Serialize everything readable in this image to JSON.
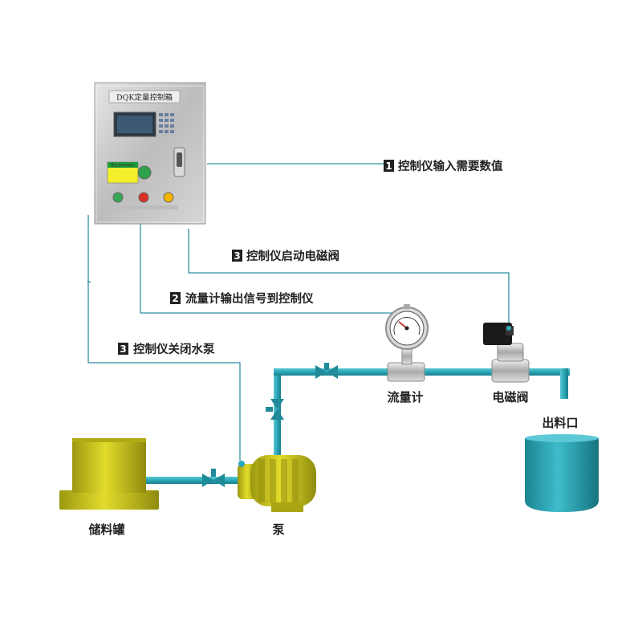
{
  "cabinet": {
    "title": "DQK定量控制箱",
    "warning_label": "警告WARNING"
  },
  "steps": [
    {
      "number": "1",
      "text": "控制仪输入需要数值"
    },
    {
      "number": "3",
      "text": "控制仪启动电磁阀"
    },
    {
      "number": "2",
      "text": "流量计输出信号到控制仪"
    },
    {
      "number": "3",
      "text": "控制仪关闭水泵"
    }
  ],
  "components": {
    "storage_tank": "储料罐",
    "pump": "泵",
    "flowmeter": "流量计",
    "solenoid_valve": "电磁阀",
    "outlet": "出料口"
  },
  "colors": {
    "pipe": "#2aa7b8",
    "signal_line": "#2f8fa0",
    "tank": "#c9c41a",
    "pump": "#c9c41a",
    "outlet_bucket": "#2a9fae",
    "cabinet": "#c8c8c8",
    "badge": "#222222"
  }
}
